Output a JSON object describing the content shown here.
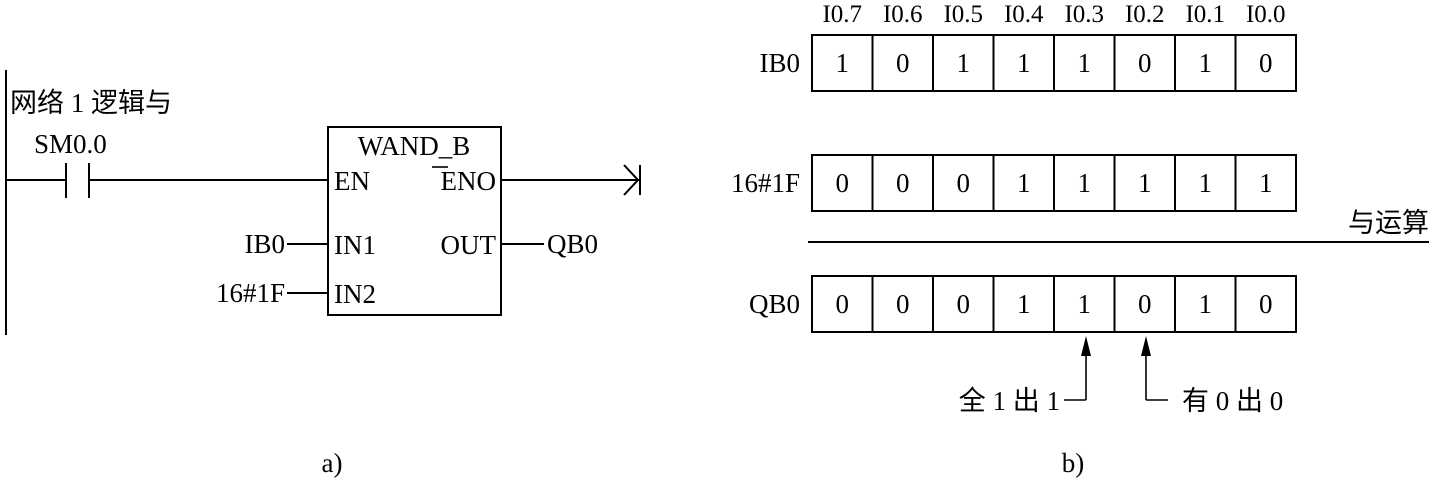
{
  "ladder": {
    "network_title": "网络 1 逻辑与",
    "contact_label": "SM0.0",
    "block_name": "WAND_B",
    "pin_en": "EN",
    "pin_eno": "ENO",
    "pin_in1": "IN1",
    "pin_in2": "IN2",
    "pin_out": "OUT",
    "in1_operand": "IB0",
    "in2_operand": "16#1F",
    "out_operand": "QB0",
    "caption": "a)"
  },
  "bits": {
    "headers": [
      "I0.7",
      "I0.6",
      "I0.5",
      "I0.4",
      "I0.3",
      "I0.2",
      "I0.1",
      "I0.0"
    ],
    "rows": [
      {
        "label": "IB0",
        "values": [
          "1",
          "0",
          "1",
          "1",
          "1",
          "0",
          "1",
          "0"
        ]
      },
      {
        "label": "16#1F",
        "values": [
          "0",
          "0",
          "0",
          "1",
          "1",
          "1",
          "1",
          "1"
        ]
      },
      {
        "label": "QB0",
        "values": [
          "0",
          "0",
          "0",
          "1",
          "1",
          "0",
          "1",
          "0"
        ]
      }
    ],
    "operation_label": "与运算",
    "note_all_one": "全 1 出 1",
    "note_has_zero": "有 0 出 0",
    "caption": "b)"
  }
}
